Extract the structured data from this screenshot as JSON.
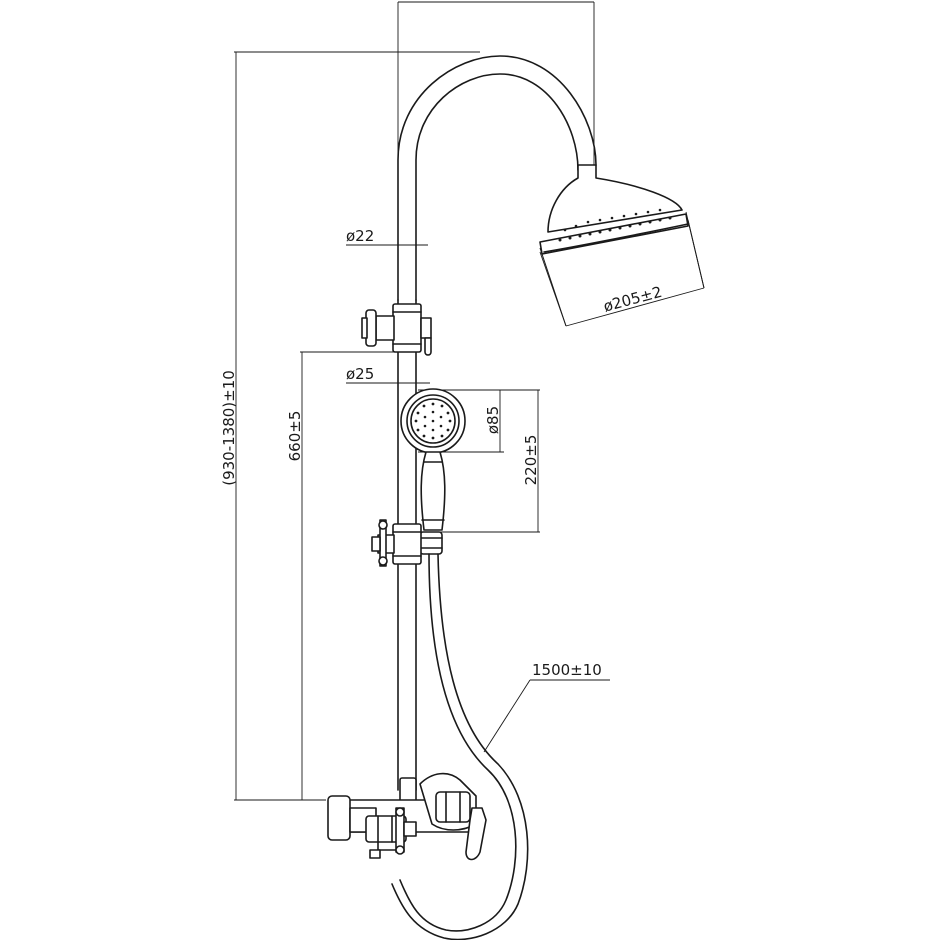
{
  "dimensions": {
    "total_height": "(930-1380)±10",
    "handset_height": "660±5",
    "pipe_diameter_top": "ø22",
    "pipe_diameter_bottom": "ø25",
    "hand_shower_diameter": "ø85",
    "hand_shower_offset": "220±5",
    "head_diameter": "ø205±2",
    "hose_length": "1500±10"
  }
}
